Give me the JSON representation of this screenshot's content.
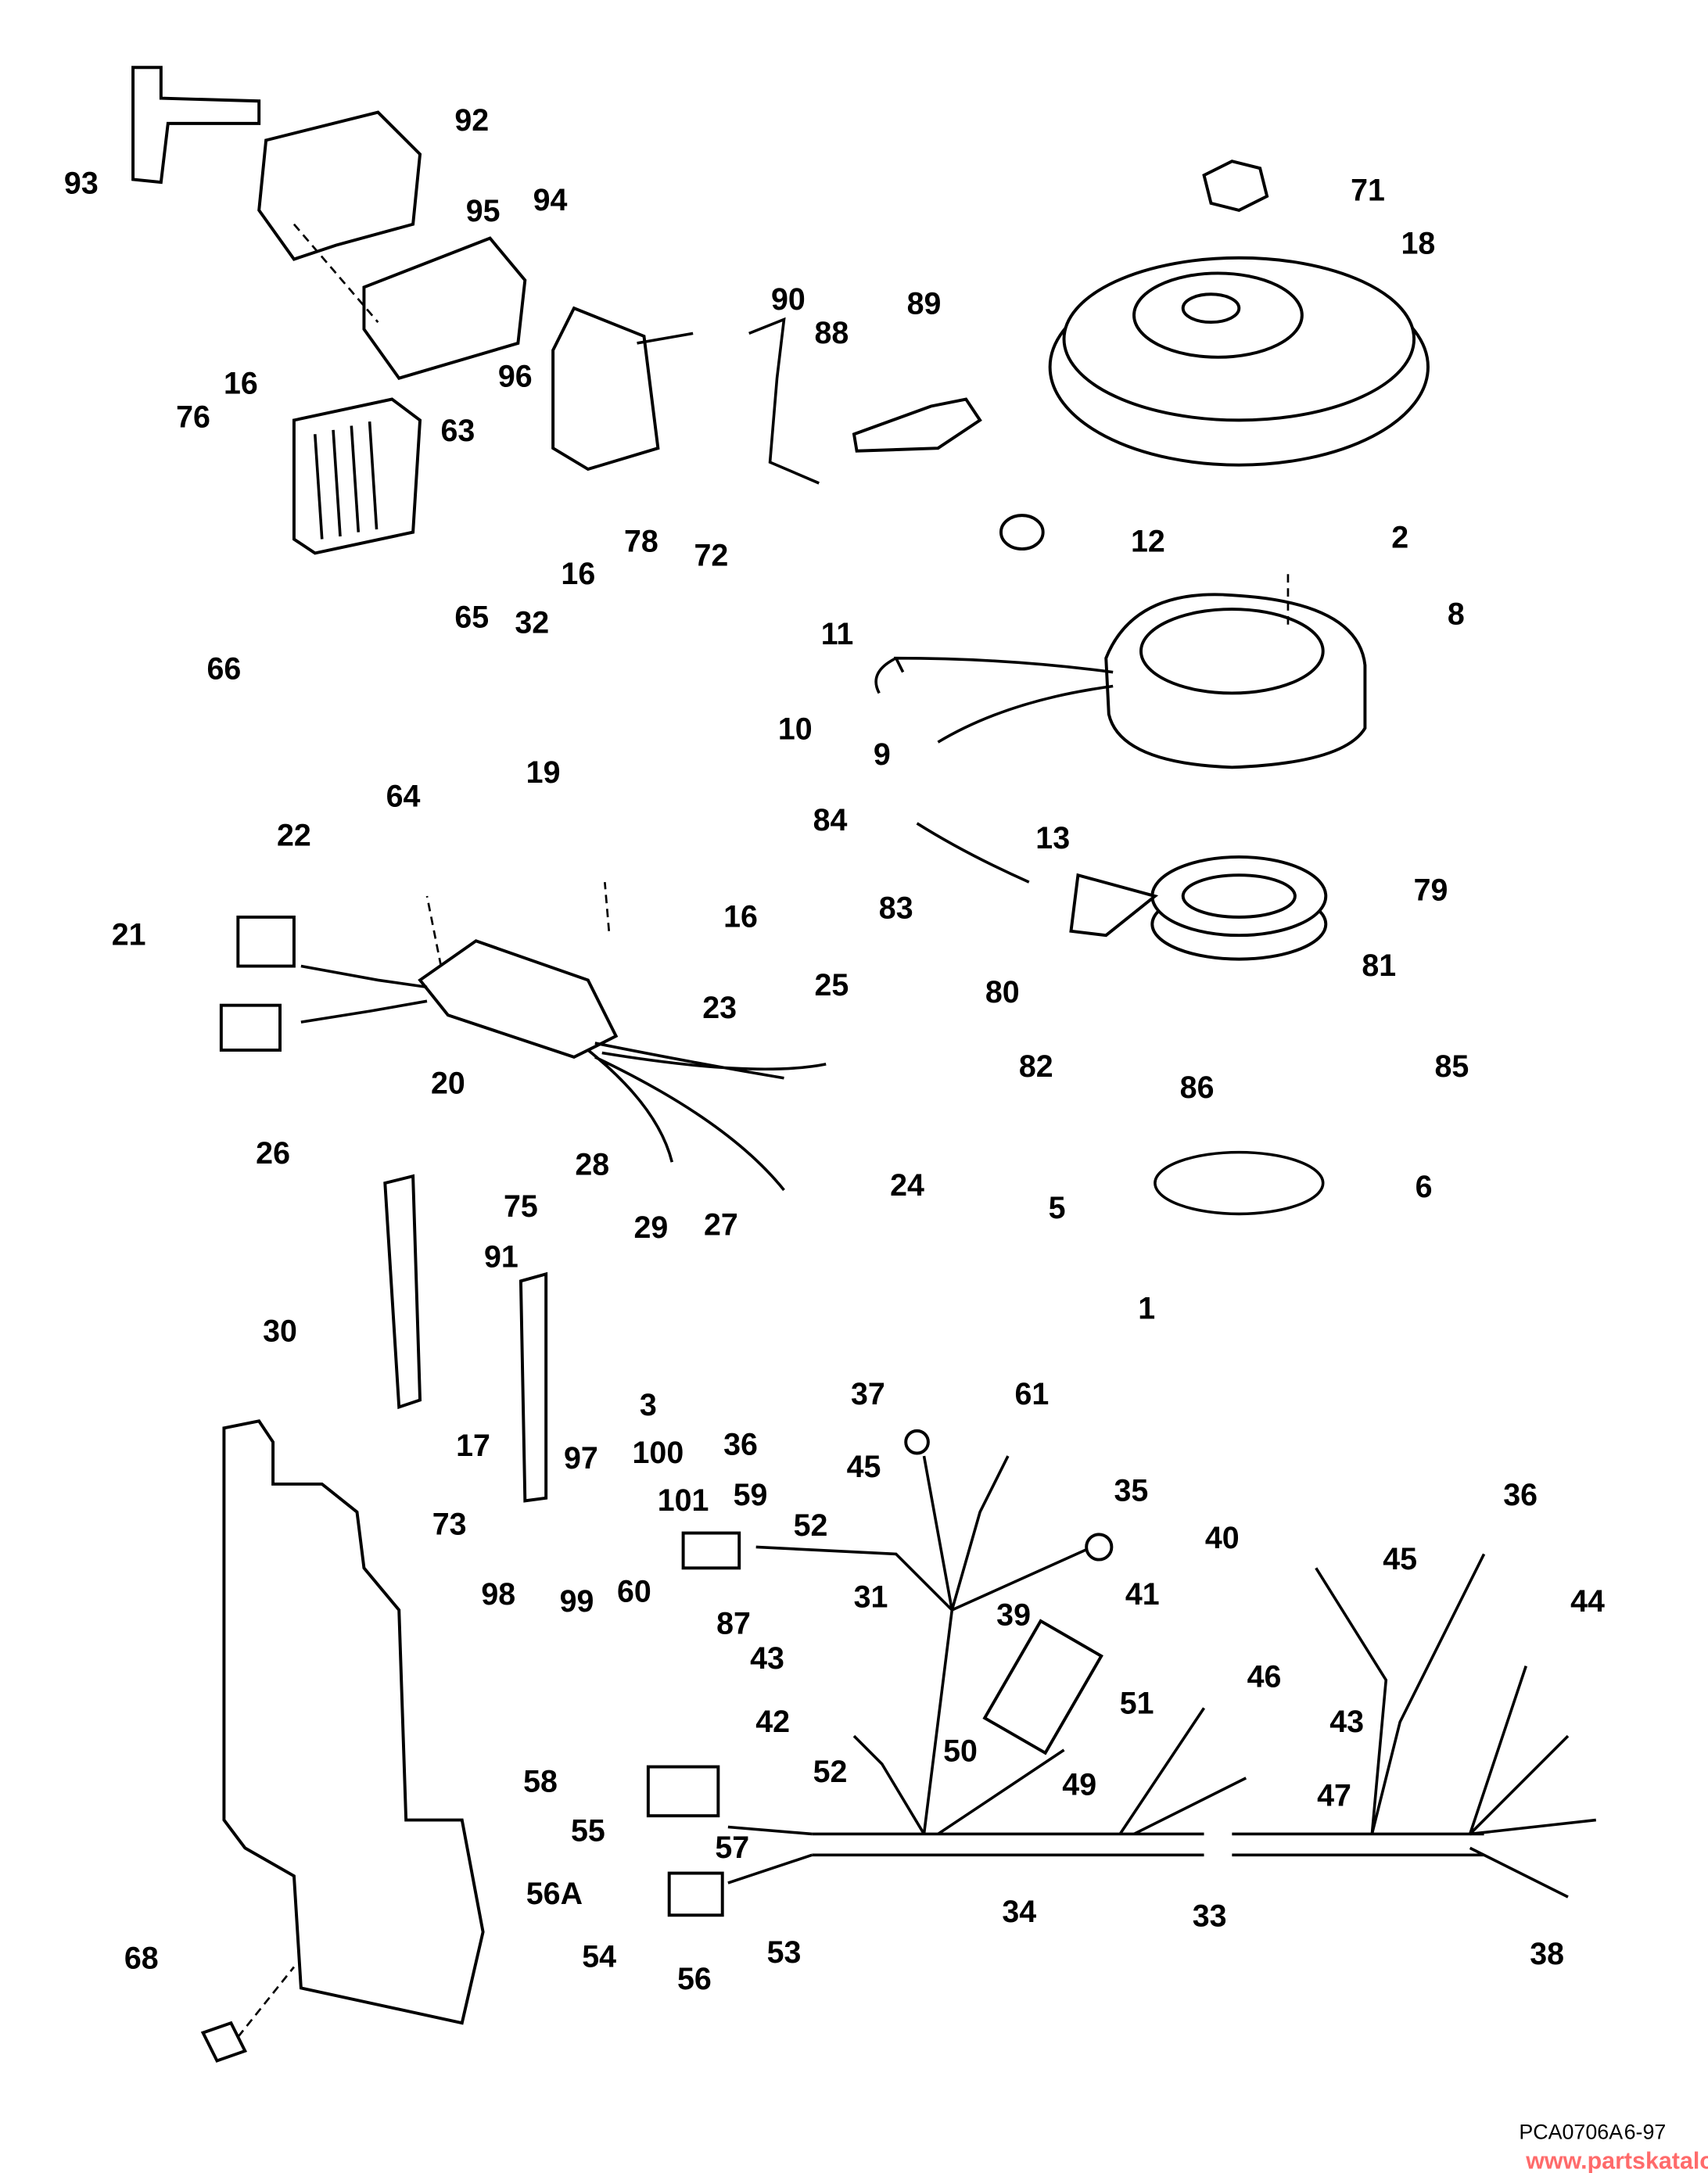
{
  "diagram": {
    "callouts": [
      "93",
      "92",
      "95",
      "94",
      "16",
      "76",
      "63",
      "96",
      "90",
      "88",
      "89",
      "71",
      "18",
      "72",
      "78",
      "16",
      "32",
      "12",
      "2",
      "8",
      "65",
      "66",
      "64",
      "11",
      "10",
      "9",
      "13",
      "19",
      "22",
      "21",
      "84",
      "83",
      "79",
      "81",
      "80",
      "85",
      "82",
      "86",
      "16",
      "25",
      "23",
      "20",
      "26",
      "28",
      "24",
      "29",
      "27",
      "75",
      "91",
      "5",
      "6",
      "1",
      "30",
      "17",
      "3",
      "37",
      "61",
      "36",
      "45",
      "35",
      "97",
      "100",
      "101",
      "59",
      "52",
      "73",
      "98",
      "99",
      "60",
      "87",
      "31",
      "39",
      "41",
      "40",
      "36",
      "45",
      "44",
      "43",
      "42",
      "51",
      "46",
      "43",
      "50",
      "49",
      "47",
      "58",
      "52",
      "55",
      "57",
      "56A",
      "34",
      "33",
      "54",
      "53",
      "56",
      "38",
      "68"
    ],
    "drawing_code": "PCA0706A",
    "date_code": "6-97",
    "watermark": "www.partskatalog.ru",
    "watermark_color": "#ff6b6b"
  }
}
